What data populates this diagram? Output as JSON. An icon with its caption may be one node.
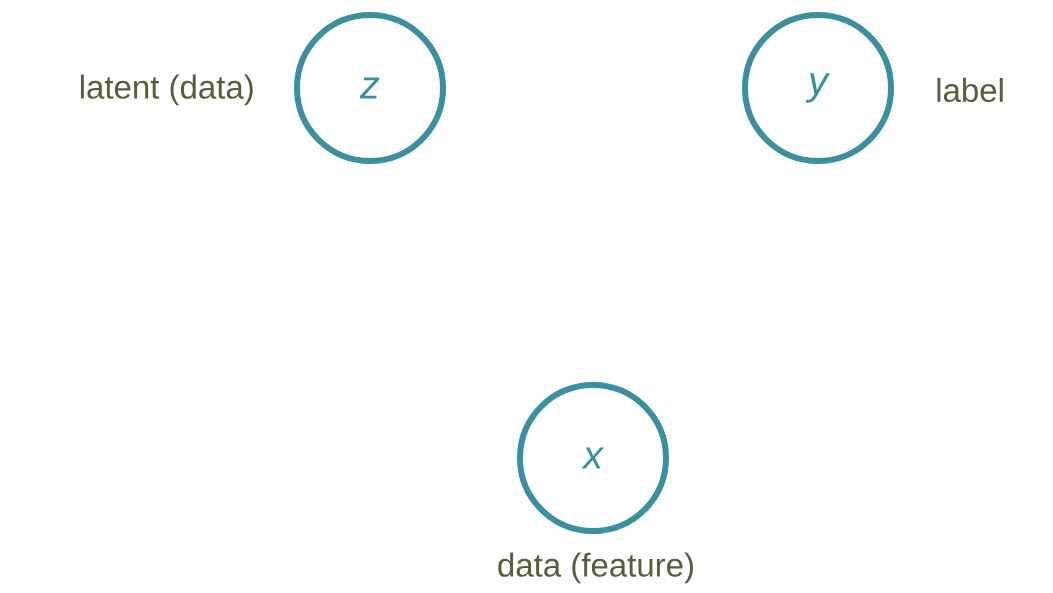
{
  "diagram": {
    "nodes": [
      {
        "text": [
          "z"
        ],
        "beside": [
          "latent (data)"
        ]
      },
      {
        "text": [
          "y"
        ],
        "beside": [
          "label"
        ]
      },
      {
        "text": [
          "x"
        ],
        "beside": [
          "data (feature)"
        ]
      }
    ]
  }
}
